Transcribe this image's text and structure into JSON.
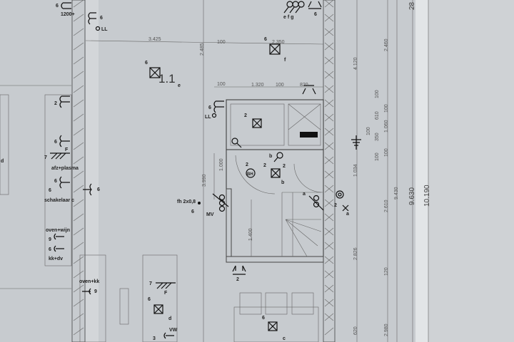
{
  "title": "Electrical floor plan (photo)",
  "labels": [
    "6",
    "1200+",
    "6",
    "LL",
    "3.425",
    "2.485",
    "100",
    "6",
    "2.350",
    "f",
    "e f g",
    "6",
    "6",
    "1.1",
    "e",
    "100",
    "1.320",
    "100",
    "820",
    "2",
    "6",
    "LL",
    "2",
    "6",
    "F",
    "7",
    "afz+plasma",
    "d",
    "3.990",
    "1.000",
    "2",
    "BH",
    "b",
    "2",
    "2",
    "b",
    "6",
    "6",
    "schakelaar c",
    "6",
    "fh 2x0,8",
    "6",
    "MV",
    "a",
    "2",
    "a",
    "1.400",
    "oven+wijn",
    "9",
    "6",
    "kk+dv",
    "oven+kk",
    "9",
    "7",
    "F",
    "6",
    "d",
    "3",
    "VW",
    "2",
    "6",
    "c"
  ],
  "dimensions": [
    "4.120",
    "2.460",
    "100",
    "610",
    "350",
    "100",
    "100",
    "1.060",
    "100",
    "100",
    "1.034",
    "2.610",
    "9.430",
    "9.630",
    "10.190",
    "2.826",
    "120",
    "2.980",
    "620",
    "28"
  ]
}
